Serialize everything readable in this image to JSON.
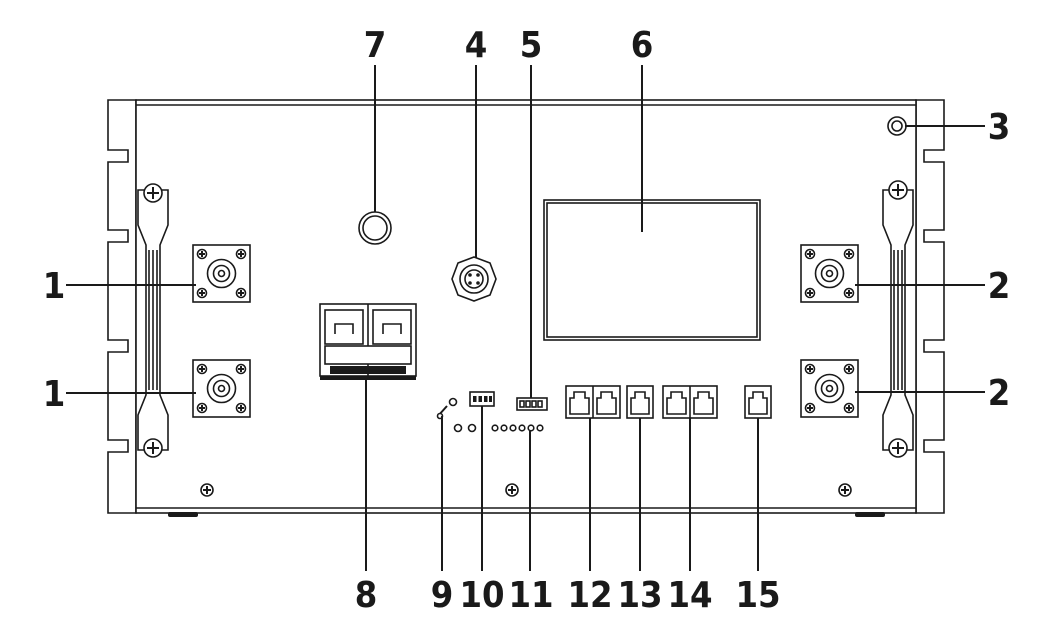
{
  "diagram": {
    "callouts": [
      {
        "id": "c1a",
        "label": "1"
      },
      {
        "id": "c1b",
        "label": "1"
      },
      {
        "id": "c2a",
        "label": "2"
      },
      {
        "id": "c2b",
        "label": "2"
      },
      {
        "id": "c3",
        "label": "3"
      },
      {
        "id": "c4",
        "label": "4"
      },
      {
        "id": "c5",
        "label": "5"
      },
      {
        "id": "c6",
        "label": "6"
      },
      {
        "id": "c7",
        "label": "7"
      },
      {
        "id": "c8",
        "label": "8"
      },
      {
        "id": "c9",
        "label": "9"
      },
      {
        "id": "c10",
        "label": "10"
      },
      {
        "id": "c11",
        "label": "11"
      },
      {
        "id": "c12",
        "label": "12"
      },
      {
        "id": "c13",
        "label": "13"
      },
      {
        "id": "c14",
        "label": "14"
      },
      {
        "id": "c15",
        "label": "15"
      }
    ]
  }
}
